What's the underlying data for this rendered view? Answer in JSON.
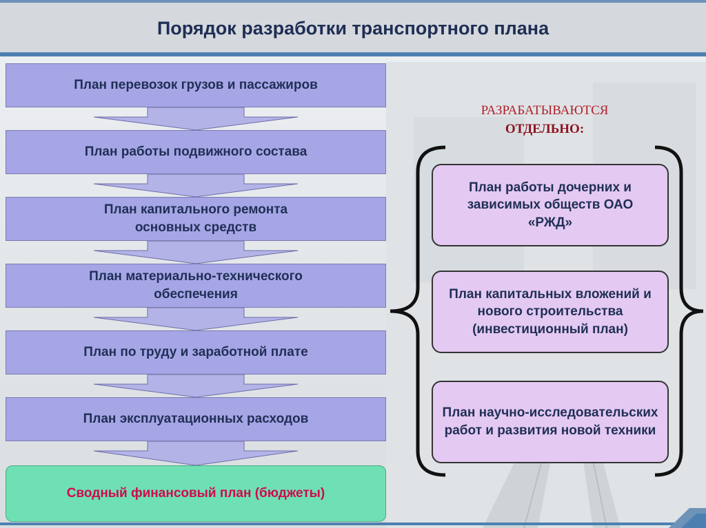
{
  "title": "Порядок разработки транспортного плана",
  "chain": [
    "План перевозок грузов и пассажиров",
    "План работы подвижного состава",
    "План капитального ремонта основных средств",
    "План материально-технического обеспечения",
    "План по труду и заработной плате",
    "План эксплуатационных расходов"
  ],
  "budget": "Сводный финансовый план (бюджеты)",
  "note": {
    "line1": "РАЗРАБАТЫВАЮТСЯ",
    "line2": "ОТДЕЛЬНО:"
  },
  "separate": [
    "План работы дочерних и зависимых обществ ОАО «РЖД»",
    "План капитальных вложений и нового строительства (инвестиционный план)",
    "План научно-исследовательских работ и развития новой техники"
  ],
  "colors": {
    "chain_fill": "#a6a6e6",
    "budget_fill": "#6ee0b4",
    "budget_text": "#d00a4e",
    "right_fill": "#e4c9f2",
    "title_text": "#1e2e54",
    "accent": "#4d80b0"
  }
}
